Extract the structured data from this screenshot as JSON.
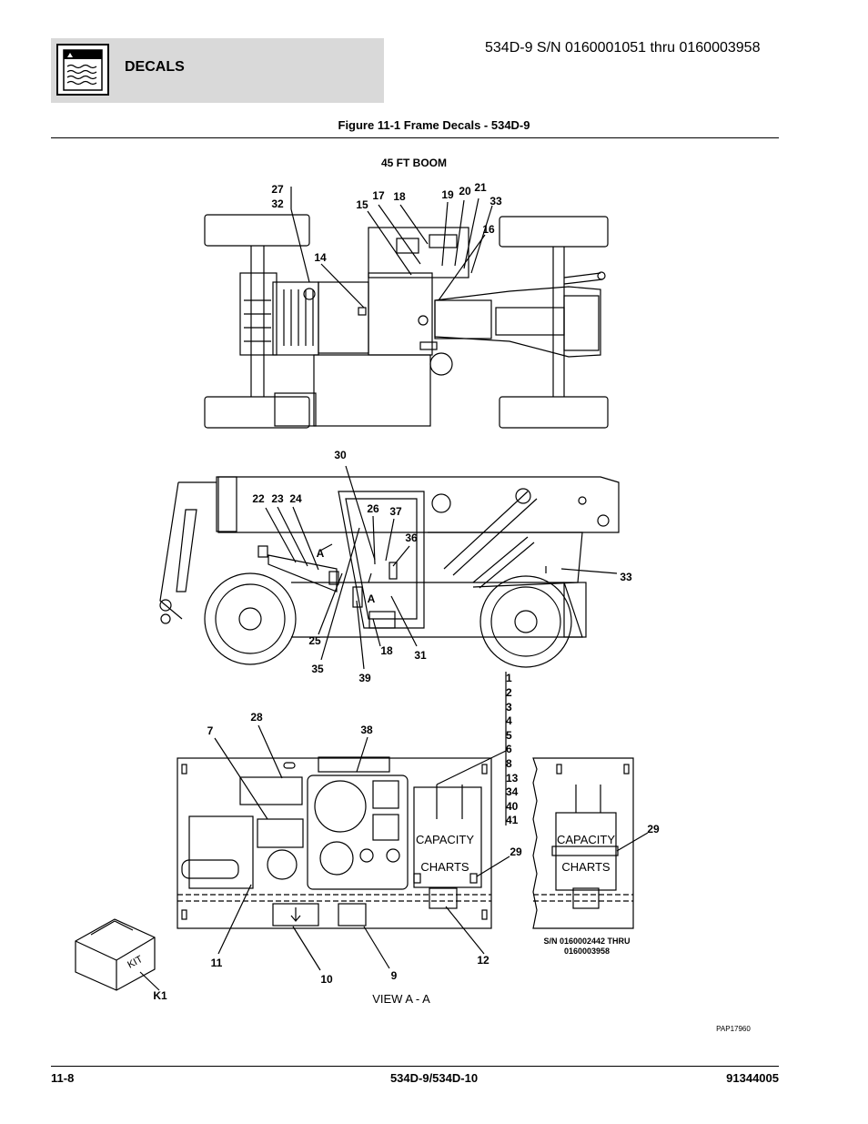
{
  "header": {
    "section": "DECALS",
    "model_range": "534D-9 S/N 0160001051 thru 0160003958"
  },
  "figure_title": "Figure 11-1 Frame Decals - 534D-9",
  "views": {
    "top_title": "45 FT BOOM",
    "view_aa": "VIEW A - A",
    "section_marker": "A"
  },
  "callouts": {
    "c1": "1",
    "c2": "2",
    "c3": "3",
    "c4": "4",
    "c5": "5",
    "c6": "6",
    "c7": "7",
    "c8": "8",
    "c9": "9",
    "c10": "10",
    "c11": "11",
    "c12": "12",
    "c13": "13",
    "c14": "14",
    "c15": "15",
    "c16": "16",
    "c17": "17",
    "c18": "18",
    "c19": "19",
    "c20": "20",
    "c21": "21",
    "c22": "22",
    "c23": "23",
    "c24": "24",
    "c25": "25",
    "c26": "26",
    "c27": "27",
    "c28": "28",
    "c29": "29",
    "c30": "30",
    "c31": "31",
    "c32": "32",
    "c33": "33",
    "c34": "34",
    "c35": "35",
    "c36": "36",
    "c37": "37",
    "c38": "38",
    "c39": "39",
    "c40": "40",
    "c41": "41",
    "k1": "K1"
  },
  "panel_text": {
    "capacity": "CAPACITY",
    "charts": "CHARTS",
    "kit": "KIT",
    "serial_note_1": "S/N 0160002442 THRU",
    "serial_note_2": "0160003958"
  },
  "image_code": "PAP17960",
  "footer": {
    "page": "11-8",
    "models": "534D-9/534D-10",
    "doc_number": "91344005"
  }
}
